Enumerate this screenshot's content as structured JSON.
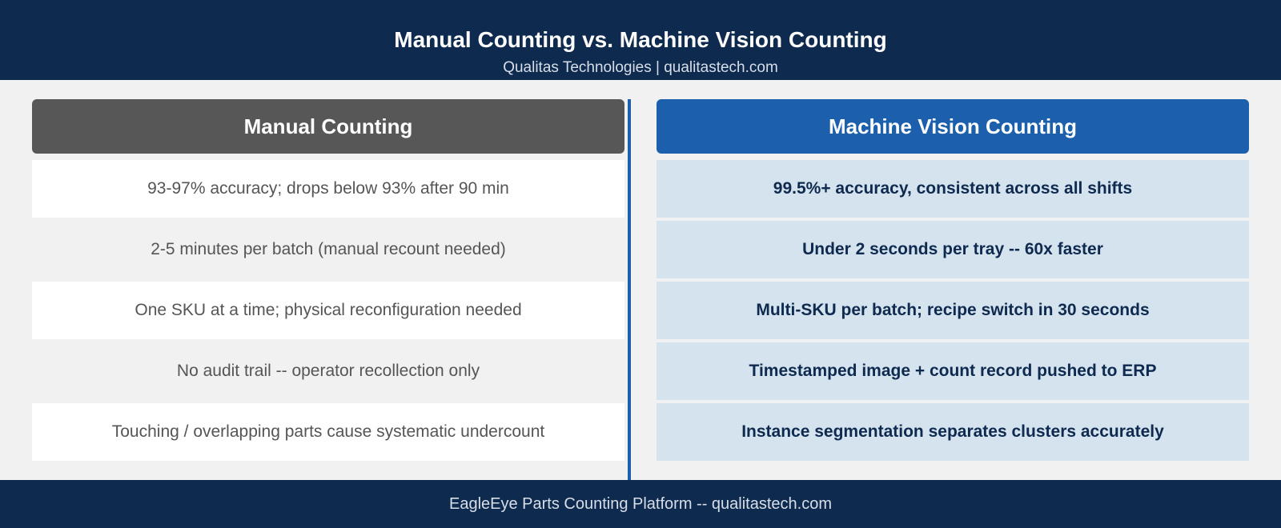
{
  "header": {
    "title": "Manual Counting vs. Machine Vision Counting",
    "subtitle": "Qualitas Technologies | qualitastech.com"
  },
  "manual": {
    "heading": "Manual Counting",
    "rows": [
      "93-97% accuracy; drops below 93% after 90 min",
      "2-5 minutes per batch (manual recount needed)",
      "One SKU at a time; physical reconfiguration needed",
      "No audit trail -- operator recollection only",
      "Touching / overlapping parts cause systematic undercount"
    ]
  },
  "vision": {
    "heading": "Machine Vision Counting",
    "rows": [
      "99.5%+ accuracy, consistent across all shifts",
      "Under 2 seconds per tray -- 60x faster",
      "Multi-SKU per batch; recipe switch in 30 seconds",
      "Timestamped image + count record pushed to ERP",
      "Instance segmentation separates clusters accurately"
    ]
  },
  "footer": {
    "text": "EagleEye Parts Counting Platform -- qualitastech.com"
  },
  "colors": {
    "navy": "#0e2a4f",
    "manual_header": "#575757",
    "vision_header": "#1b5fad",
    "vision_row": "#d5e3ef"
  }
}
